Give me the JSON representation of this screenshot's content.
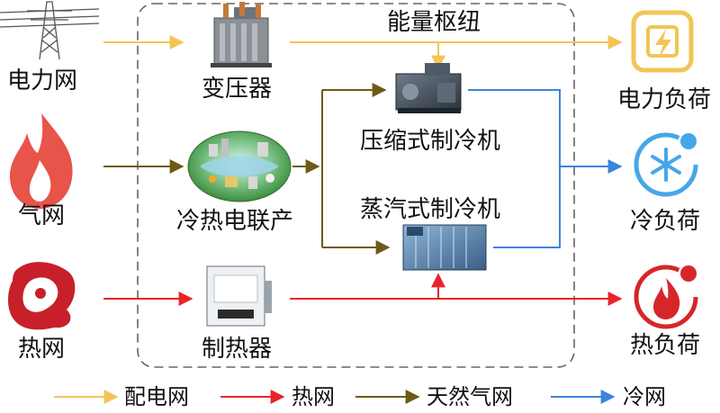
{
  "inputs": {
    "power_grid": "电力网",
    "gas_grid": "气网",
    "heat_grid": "热网"
  },
  "hub": {
    "title": "能量枢纽",
    "transformer": "变压器",
    "chp": "冷热电联产",
    "compression_chiller": "压缩式制冷机",
    "absorption_chiller": "蒸汽式制冷机",
    "heater": "制热器"
  },
  "loads": {
    "electric_load": "电力负荷",
    "cooling_load": "冷负荷",
    "heat_load": "热负荷"
  },
  "legend": {
    "power": "配电网",
    "heat": "热网",
    "gas": "天然气网",
    "cold": "冷网"
  },
  "colors": {
    "power": "#F2C555",
    "heat": "#E8242A",
    "gas": "#6E5A16",
    "cold": "#3C84DD",
    "hub_border": "#666666"
  },
  "icons": {
    "power_grid": "transmission-tower-icon",
    "gas_grid": "flame-icon",
    "heat_grid": "heat-blob-icon",
    "transformer": "transformer-icon",
    "chp": "chp-globe-icon",
    "compression_chiller": "chiller-icon",
    "absorption_chiller": "chiller-icon",
    "heater": "heater-icon",
    "electric_load": "lightning-icon",
    "cooling_load": "snowflake-icon",
    "heat_load": "fire-icon"
  }
}
